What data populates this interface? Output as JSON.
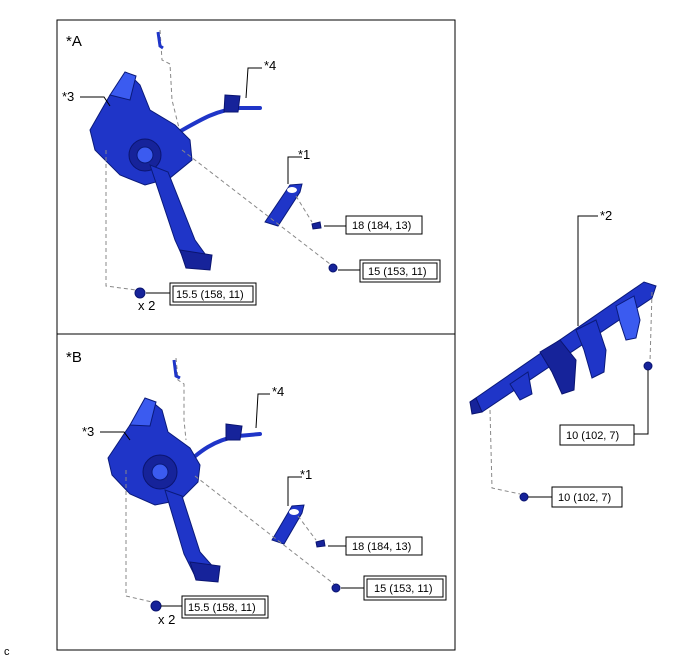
{
  "panels": [
    {
      "label": "*A",
      "part_labels": {
        "p1": "*1",
        "p3": "*3",
        "p4": "*4"
      },
      "torques": {
        "t1": "18 (184, 13)",
        "t2": "15 (153, 11)",
        "t3": "15.5 (158, 11)"
      },
      "qty": "x 2"
    },
    {
      "label": "*B",
      "part_labels": {
        "p1": "*1",
        "p3": "*3",
        "p4": "*4"
      },
      "torques": {
        "t1": "18 (184, 13)",
        "t2": "15 (153, 11)",
        "t3": "15.5 (158, 11)"
      },
      "qty": "x 2"
    }
  ],
  "bracket": {
    "label": "*2",
    "torque_upper": "10 (102, 7)",
    "torque_lower": "10 (102, 7)"
  },
  "corner_code": "c",
  "colors": {
    "part": "#1f35c8",
    "part_dark": "#16239a",
    "part_light": "#3b5bf0"
  }
}
